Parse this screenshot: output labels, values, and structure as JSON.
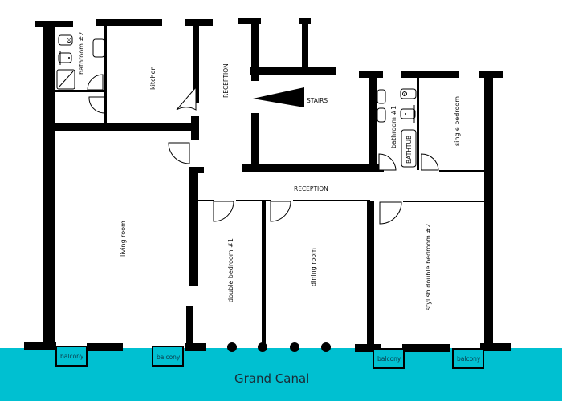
{
  "colors": {
    "canal": "#00c0d1",
    "wall": "#000000",
    "background": "#ffffff",
    "canal_text": "#1a2a35"
  },
  "canal": {
    "label": "Grand Canal"
  },
  "rooms": {
    "bathroom_2": "bathroom #2",
    "kitchen": "kitchen",
    "reception_vertical": "RECEPTION",
    "stairs": "STAIRS",
    "bathroom_1": "bathroom #1",
    "bathtub": "BATHTUB",
    "single_bedroom": "single bedroom",
    "reception_corridor": "RECEPTION",
    "living_room": "living room",
    "double_bedroom_1": "double bedroom #1",
    "dining_room": "dining room",
    "stylish_double_bedroom_2": "stylish double bedroom #2"
  },
  "balconies": [
    {
      "label": "balcony"
    },
    {
      "label": "balcony"
    },
    {
      "label": "balcony"
    },
    {
      "label": "balcony"
    }
  ],
  "icons": {
    "stairs": "triangle-arrow",
    "door": "quarter-arc",
    "column": "filled-circle",
    "toilet": "rounded-rect-dot",
    "sink": "rounded-rect",
    "shower": "square-diagonal"
  }
}
